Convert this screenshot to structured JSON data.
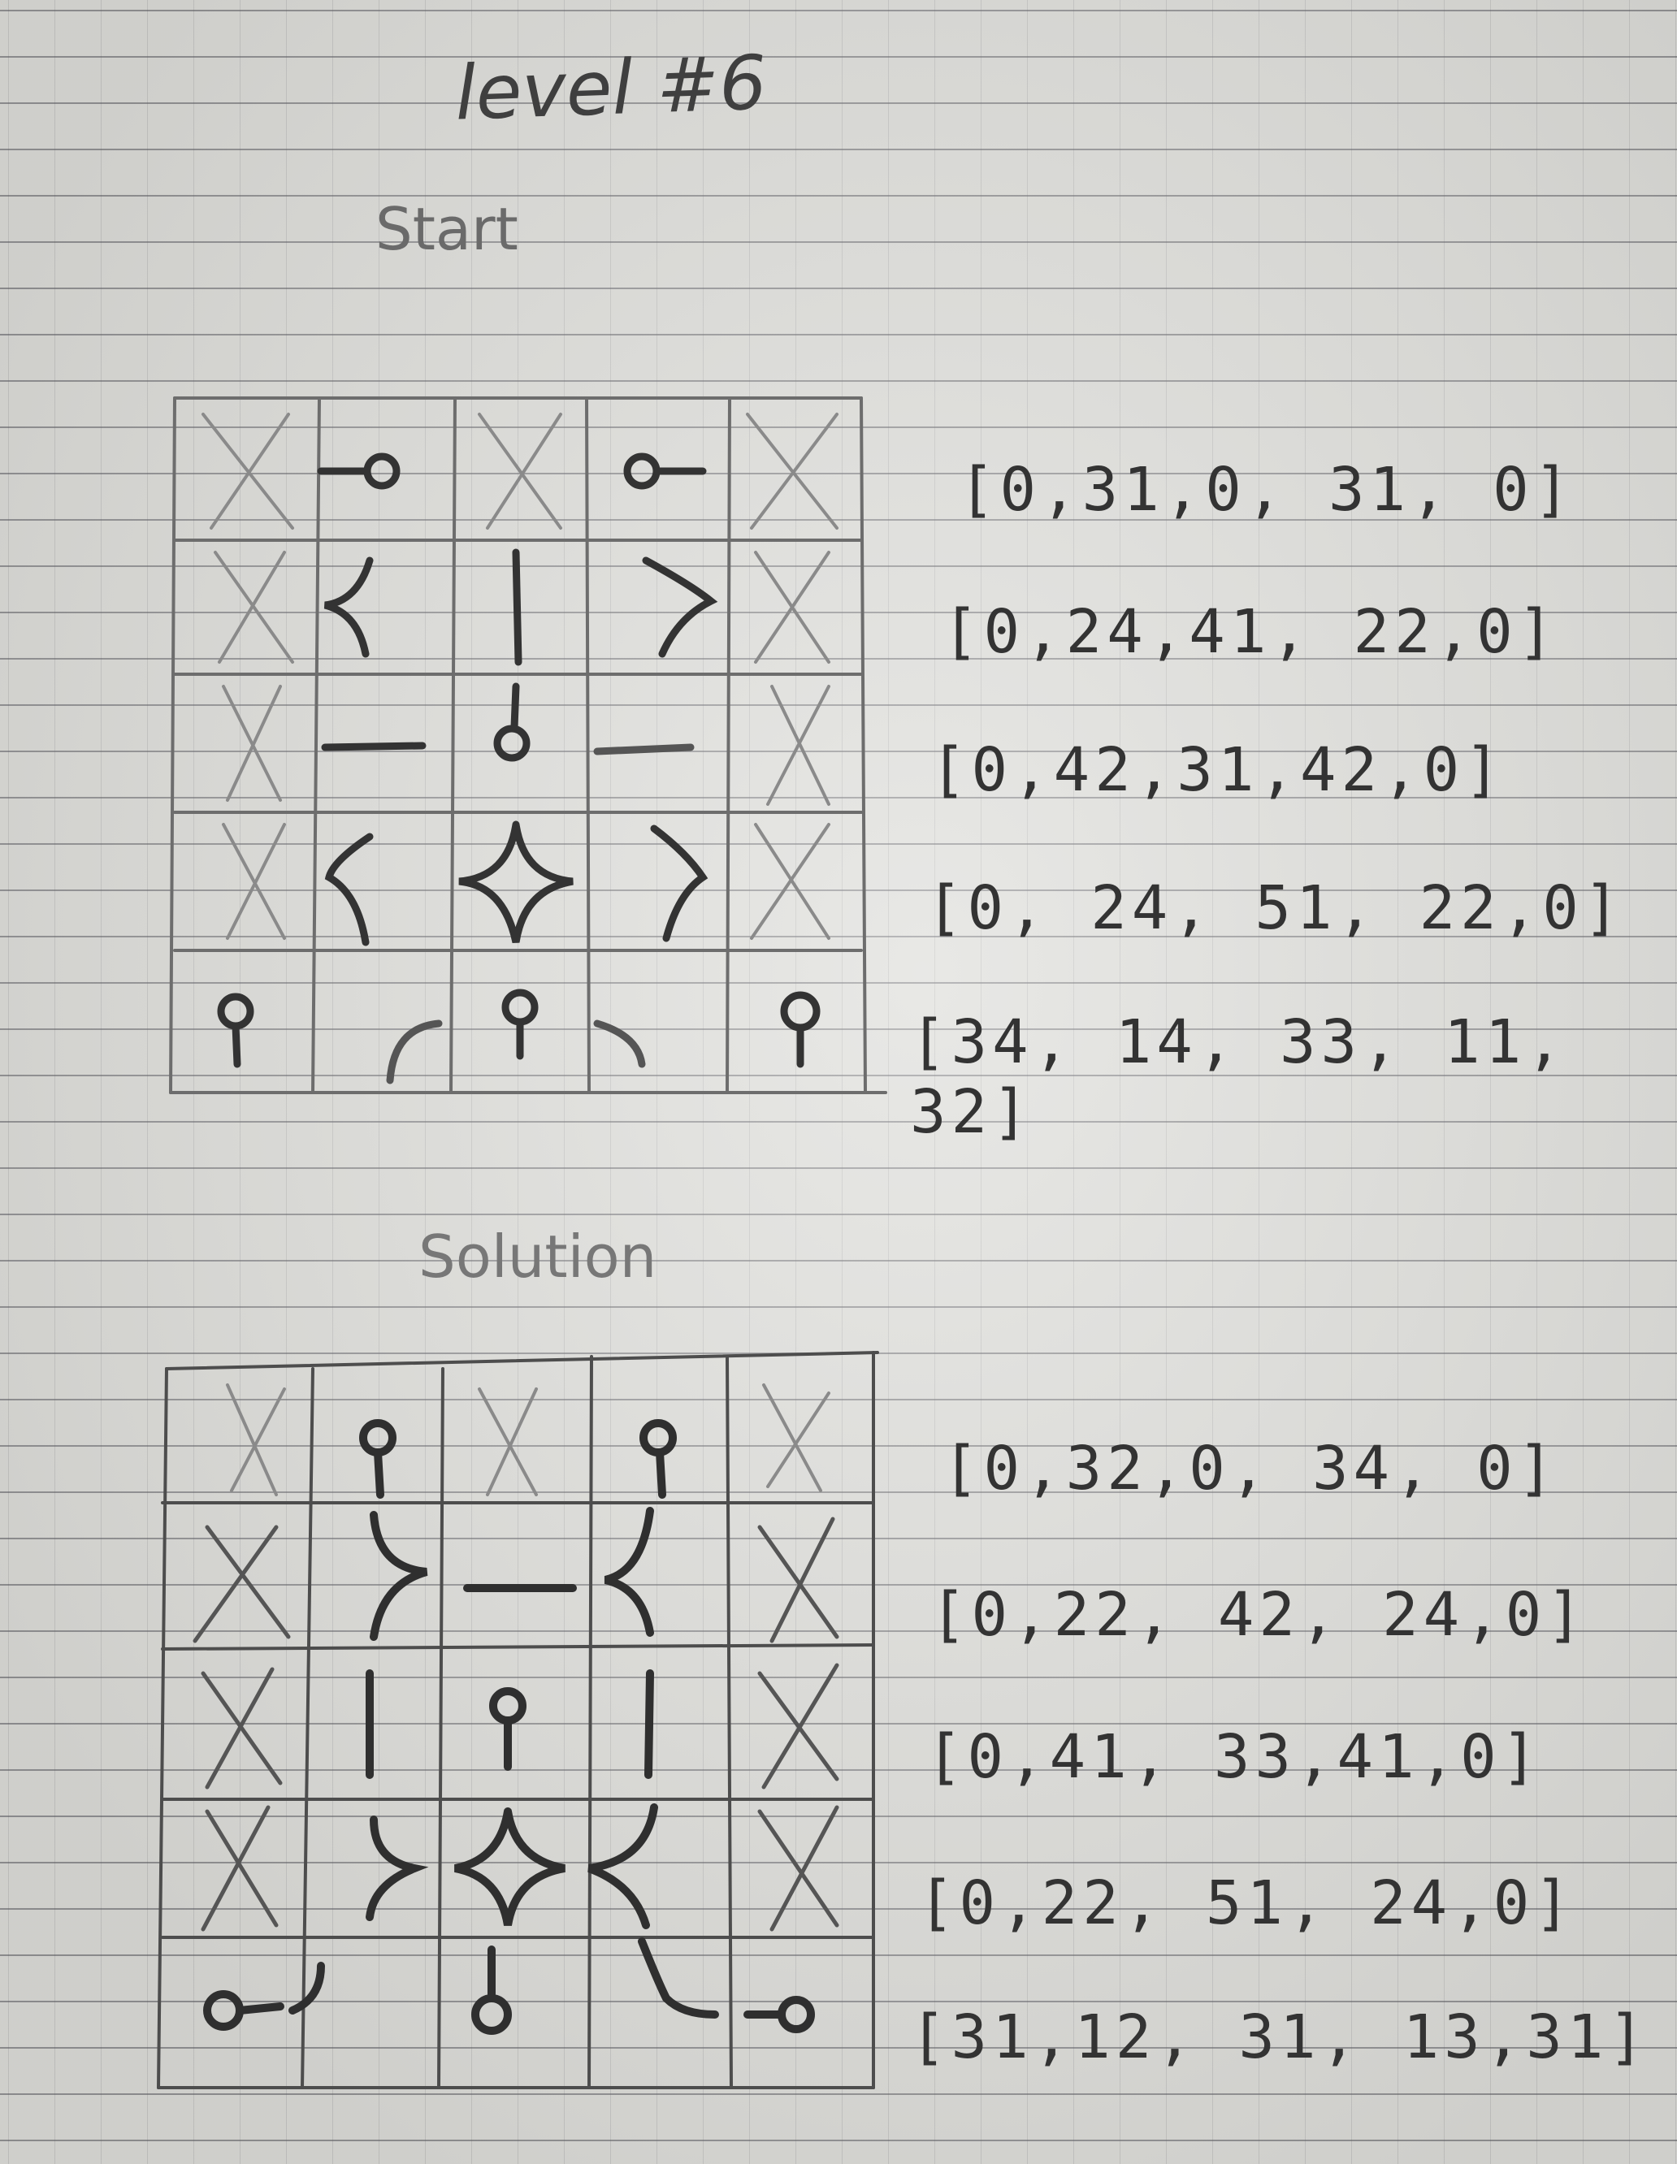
{
  "title": "level #6",
  "start": {
    "label": "Start",
    "rows": [
      "[0,31,0, 31, 0]",
      "[0,24,41, 22,0]",
      "[0,42,31,42,0]",
      "[0, 24, 51, 22,0]",
      "[34, 14, 33, 11, 32]"
    ]
  },
  "solution": {
    "label": "Solution",
    "rows": [
      "[0,32,0, 34, 0]",
      "[0,22, 42, 24,0]",
      "[0,41, 33,41,0]",
      "[0,22, 51, 24,0]",
      "[31,12, 31, 13,31]"
    ]
  },
  "colors": {
    "paper": "#dcdcd8",
    "ruling": "#55555c",
    "pencil": "#3a3a3a"
  }
}
